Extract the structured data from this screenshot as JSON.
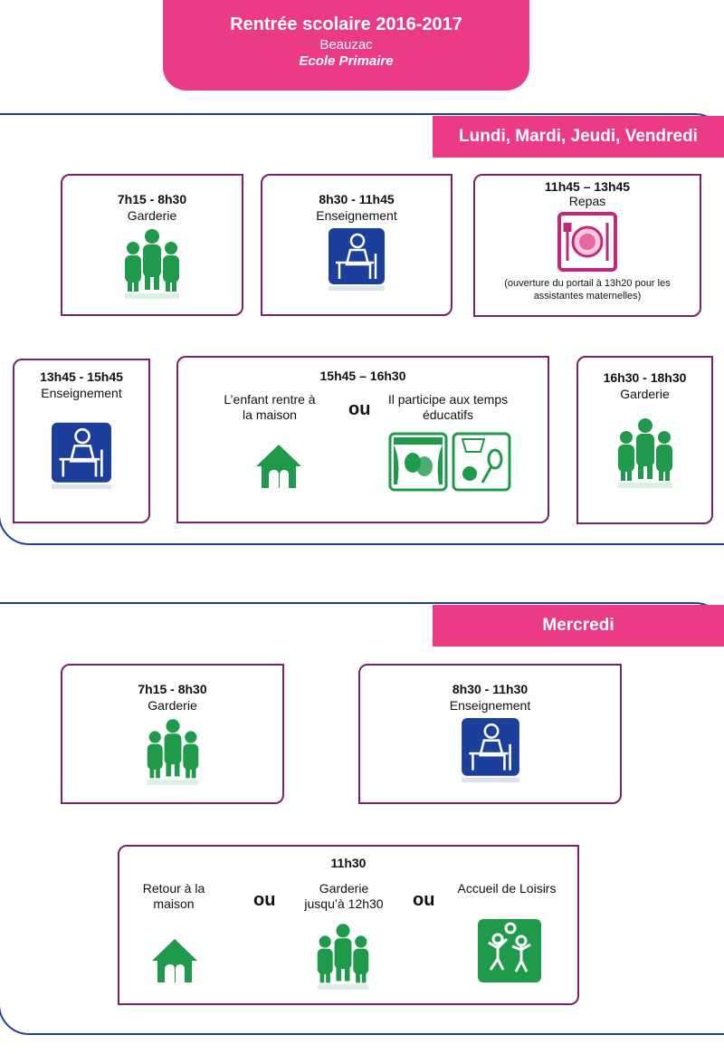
{
  "header": {
    "title": "Rentrée scolaire  2016-2017",
    "town": "Beauzac",
    "school": "Ecole Primaire"
  },
  "week": {
    "days": "Lundi, Mardi, Jeudi, Vendredi",
    "b1": {
      "time": "7h15  - 8h30",
      "label": "Garderie"
    },
    "b2": {
      "time": "8h30 - 11h45",
      "label": "Enseignement"
    },
    "b3": {
      "time": "11h45 – 13h45",
      "label": "Repas",
      "note": "(ouverture du portail à 13h20 pour les assistantes maternelles)"
    },
    "b4": {
      "time": "13h45 - 15h45",
      "label": "Enseignement"
    },
    "b5": {
      "time": "15h45 – 16h30",
      "left": "L’enfant rentre à la maison",
      "or": "ou",
      "right": "Il participe aux temps éducatifs"
    },
    "b6": {
      "time": "16h30 - 18h30",
      "label": "Garderie"
    }
  },
  "wed": {
    "day": "Mercredi",
    "b1": {
      "time": "7h15  - 8h30",
      "label": "Garderie"
    },
    "b2": {
      "time": "8h30 - 11h30",
      "label": "Enseignement"
    },
    "b3": {
      "time": "11h30",
      "opt1": "Retour à la maison",
      "or1": "ou",
      "opt2": "Garderie jusqu’à 12h30",
      "or2": "ou",
      "opt3": "Accueil de Loisirs"
    }
  },
  "colors": {
    "pink": "#ec3b86",
    "blue": "#1f3fa0",
    "plum": "#7a2268",
    "green": "#1e9a4a",
    "navy": "#1c3f9c",
    "magenta": "#c0287a"
  },
  "icons": [
    "children-icon",
    "teacher-desk-icon",
    "meal-icon",
    "house-icon",
    "theatre-icon",
    "sports-icon",
    "leisure-icon"
  ]
}
